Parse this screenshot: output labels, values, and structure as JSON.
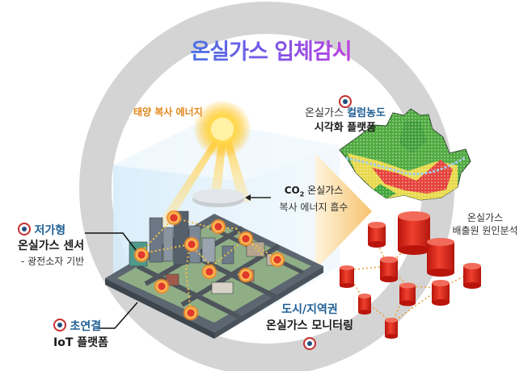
{
  "title": "온실가스 입체감시",
  "solar": {
    "label": "태양 복사 에너지"
  },
  "co2": {
    "line1_prefix": "CO",
    "line1_sub": "2",
    "line1_rest": " 온실가스",
    "line2": "복사 에너지 흡수"
  },
  "map_label": {
    "prefix": "온실가스 ",
    "highlight": "컬럼농도",
    "line2": "시각화 플랫폼"
  },
  "emission_label": {
    "line1": "온실가스",
    "line2": "배출원 원인분석"
  },
  "sensor_label": {
    "highlight": "저가형",
    "line2": "온실가스 센서",
    "line3": "- 광전소자 기반"
  },
  "iot_label": {
    "highlight": "초연결",
    "line2": "IoT 플랫폼"
  },
  "monitoring_label": {
    "highlight": "도시/지역권",
    "line2": "온실가스 모니터링"
  },
  "colors": {
    "ring": "#d4d4d4",
    "title_start": "#3f7be3",
    "title_end": "#d13be0",
    "accent_blue": "#1f5f95",
    "accent_orange": "#e2871a",
    "bullet_ring": "#c62f2f",
    "cylinder": "#e0281b",
    "map_red": "#e43a2e",
    "map_yellow": "#e8d94a",
    "map_green": "#3fa53a"
  },
  "icons": {
    "sun": "sun-icon",
    "bullet": "target-bullet-icon",
    "sensor_marker": "sensor-marker-icon",
    "cylinder": "emission-source-cylinder-icon",
    "arrow": "arrow-icon"
  }
}
